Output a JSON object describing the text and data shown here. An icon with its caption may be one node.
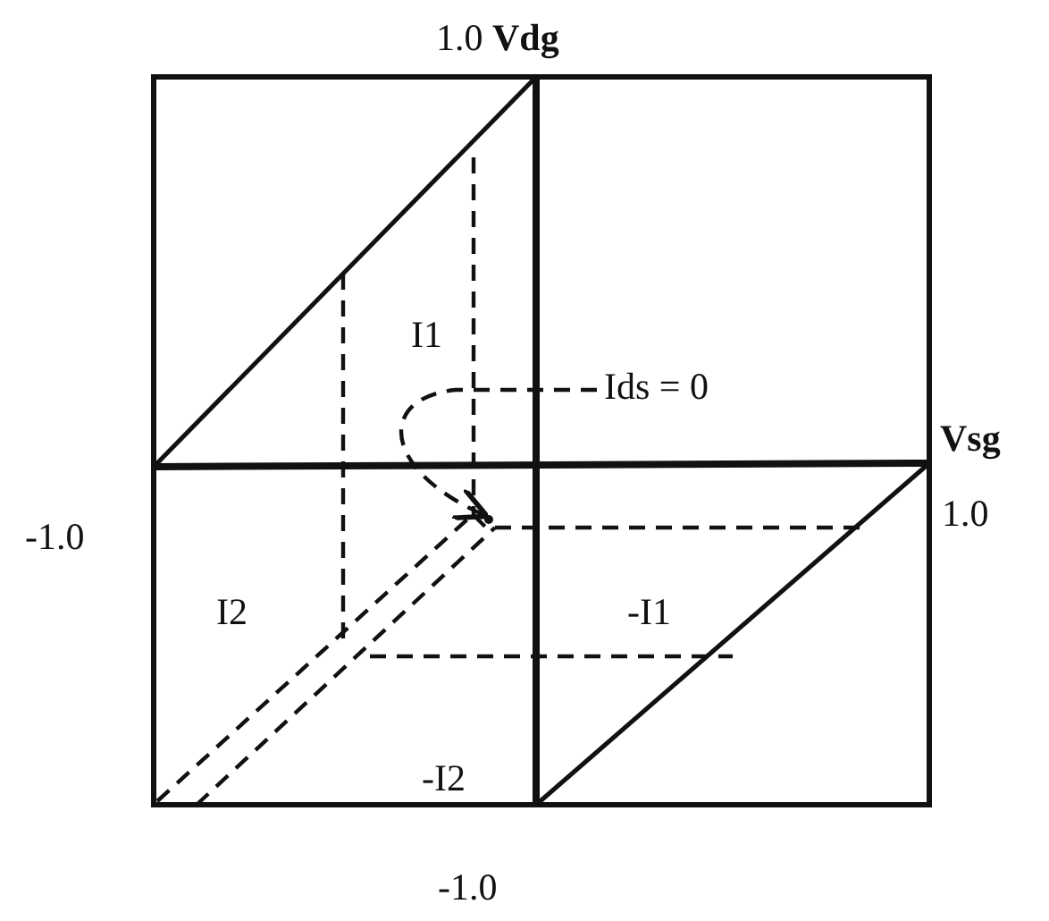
{
  "diagram": {
    "nodes": [
      {
        "text": [
          "Ids = 0"
        ]
      },
      {
        "text": [],
        "shape": "point"
      }
    ],
    "edges": [
      {
        "from": 0,
        "to": 1,
        "arrow": "to",
        "style": "dashed"
      }
    ],
    "labels": [
      "1.0 **Vdg**",
      "I1",
      "Vsg",
      "-1.0",
      "1.0",
      "I2",
      "-I1",
      "-I2",
      "-1.0"
    ]
  }
}
